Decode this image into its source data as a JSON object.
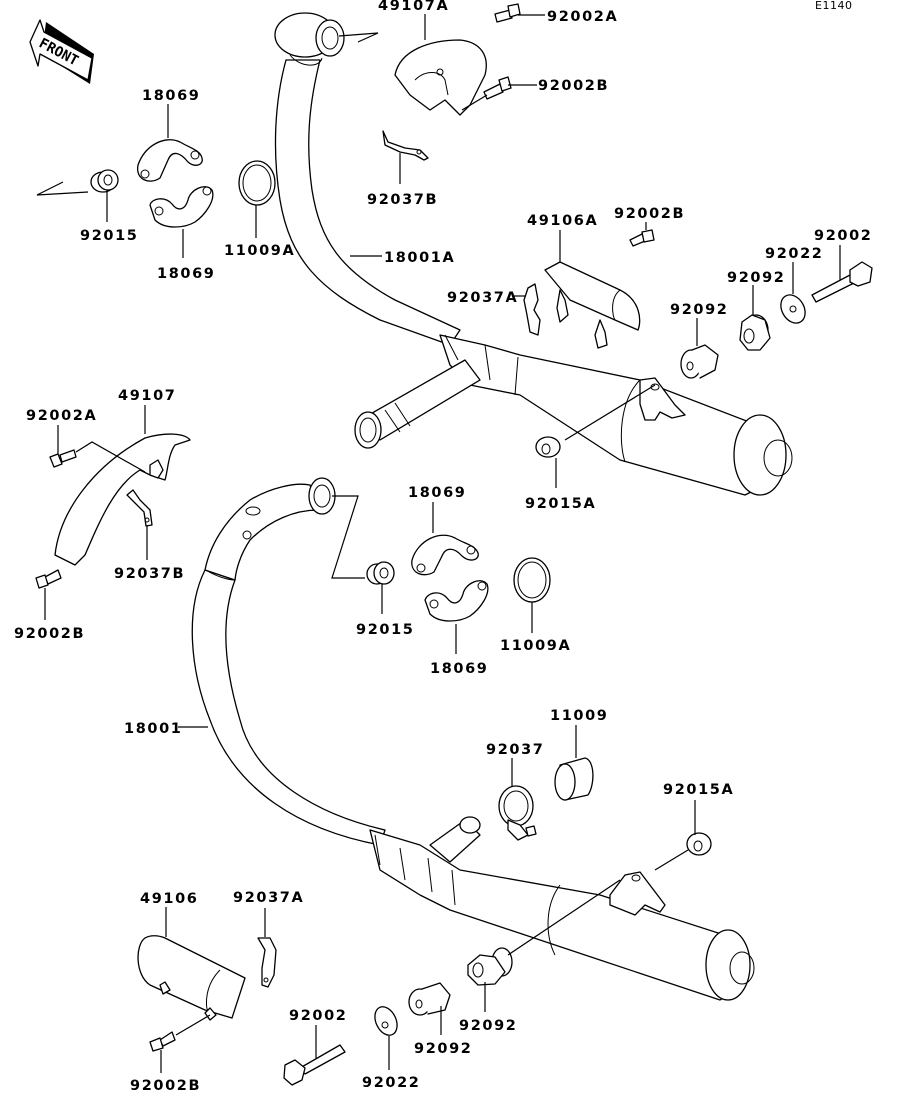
{
  "diagram": {
    "code": "E1140",
    "front_label": "FRONT",
    "labels": {
      "p49107A": "49107A",
      "p92002A_top": "92002A",
      "p92002B_top": "92002B",
      "p18069_top1": "18069",
      "p18069_top2": "18069",
      "p92015_top": "92015",
      "p11009A_top": "11009A",
      "p92037B_top": "92037B",
      "p18001A": "18001A",
      "p49106A": "49106A",
      "p92002B_mid": "92002B",
      "p92022_top": "92022",
      "p92002_top": "92002",
      "p92092_top1": "92092",
      "p92092_top2": "92092",
      "p92037A_top": "92037A",
      "p92015A_top": "92015A",
      "p92002A_left": "92002A",
      "p49107": "49107",
      "p92037B_left": "92037B",
      "p92002B_left": "92002B",
      "p18069_bot1": "18069",
      "p18069_bot2": "18069",
      "p92015_bot": "92015",
      "p11009A_bot": "11009A",
      "p18001": "18001",
      "p11009": "11009",
      "p92037": "92037",
      "p92015A_bot": "92015A",
      "p49106": "49106",
      "p92037A_bot": "92037A",
      "p92002_bot": "92002",
      "p92002B_bot": "92002B",
      "p92022_bot": "92022",
      "p92092_bot1": "92092",
      "p92092_bot2": "92092"
    }
  }
}
